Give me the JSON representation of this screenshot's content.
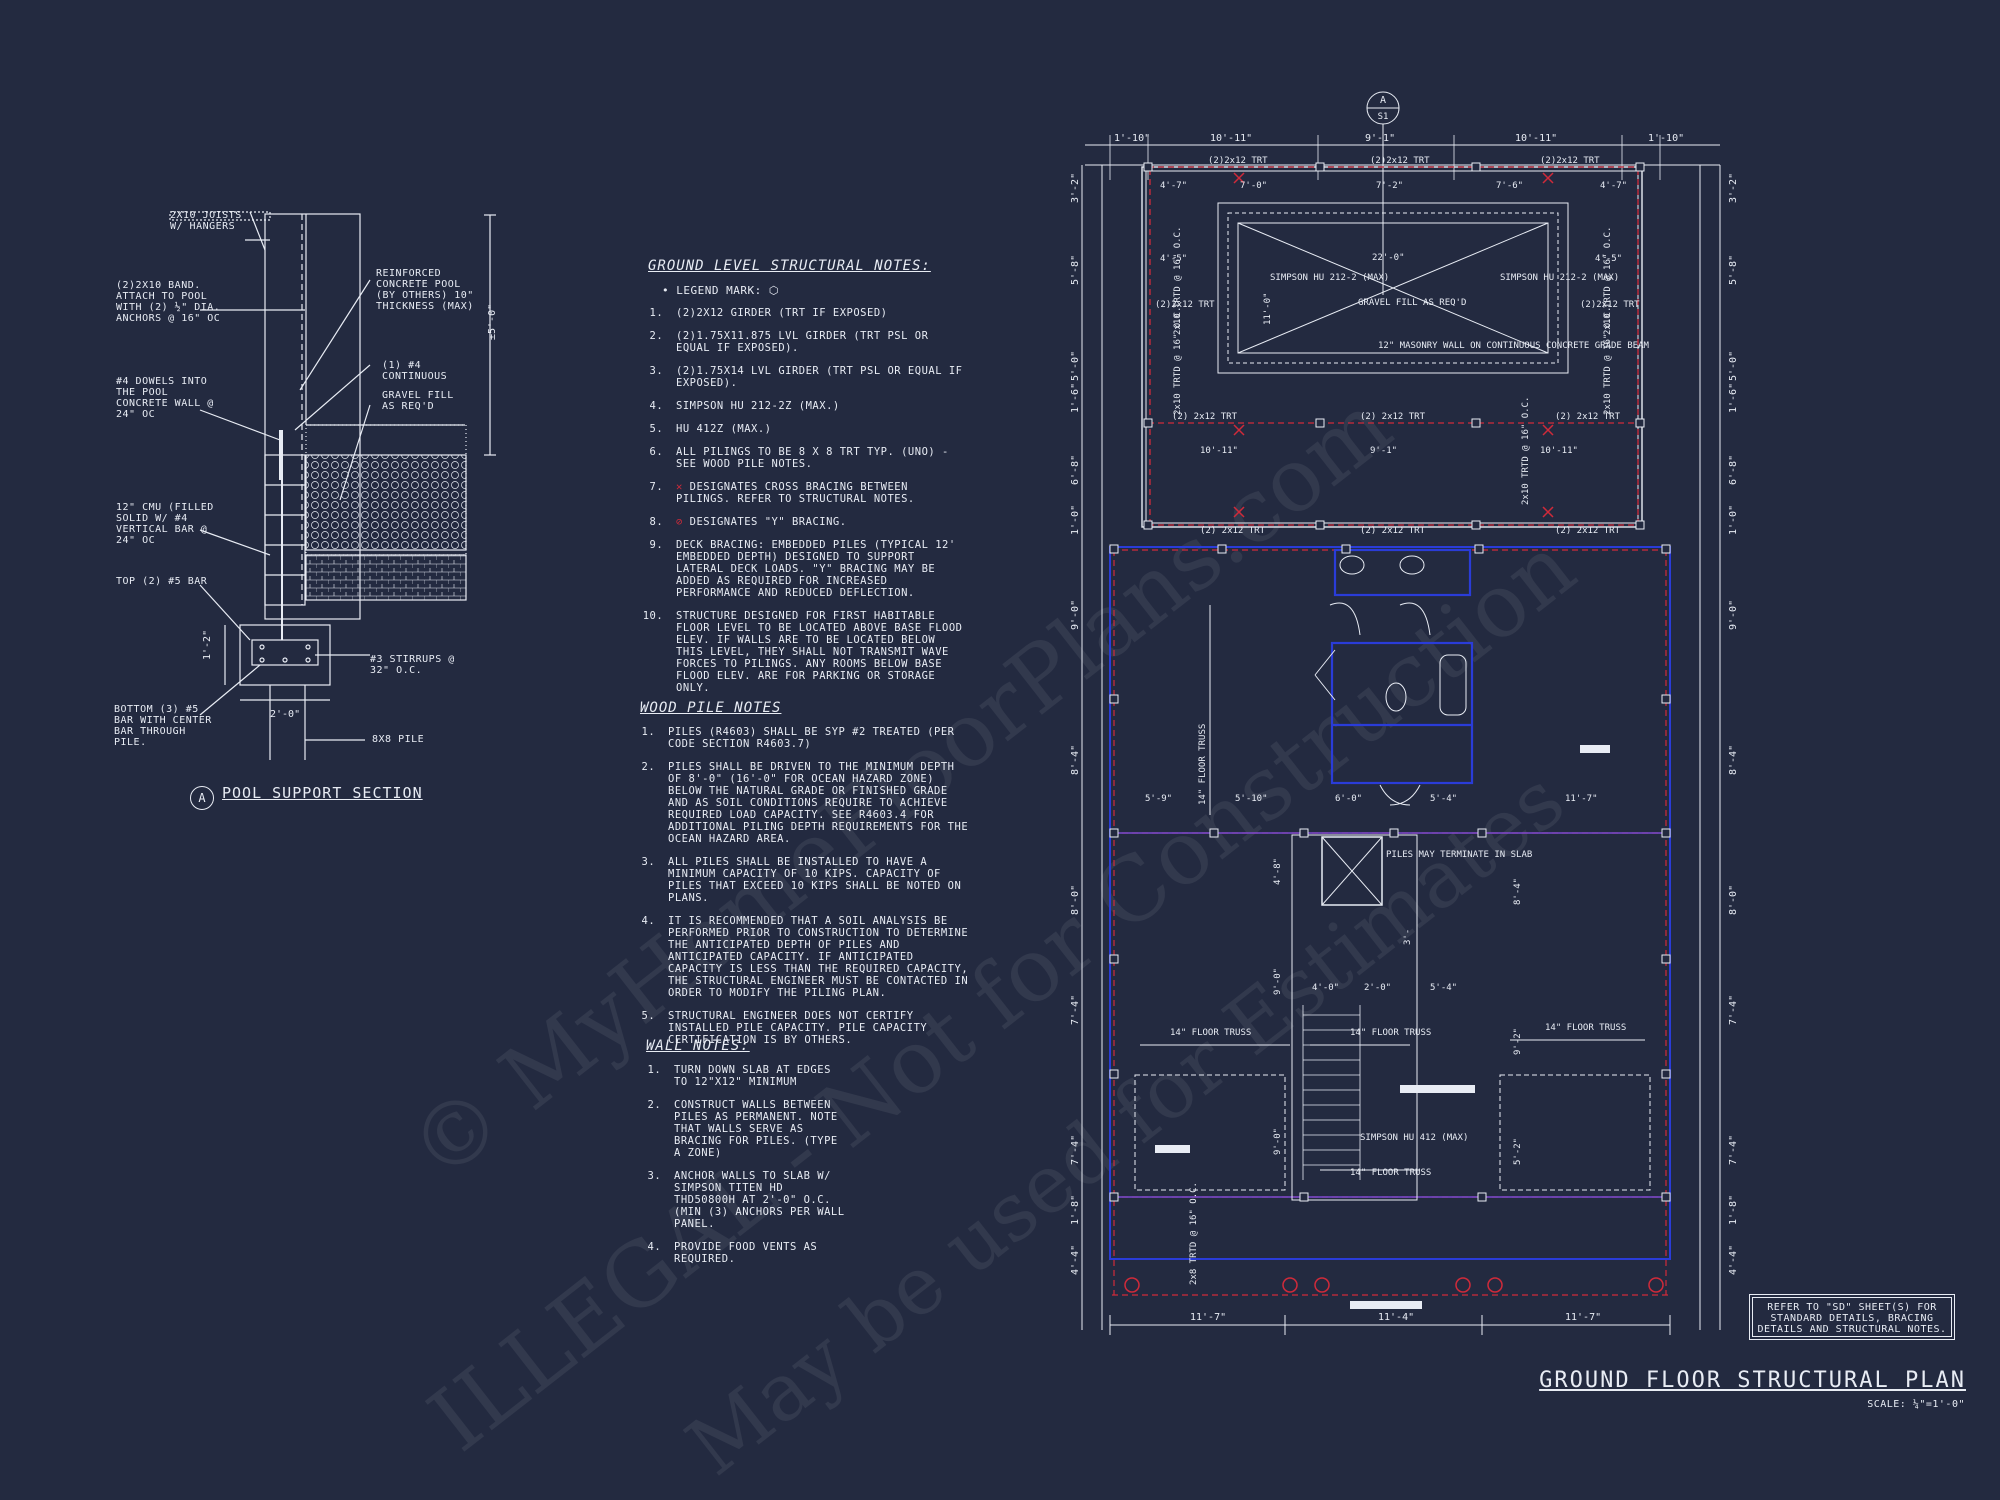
{
  "watermark": {
    "line1": "© MyHomeFloorPlans.com",
    "line2": "ILLEGAL - Not for Construction",
    "line3": "May be used for Estimates"
  },
  "section": {
    "title": "POOL SUPPORT SECTION",
    "marker": "A",
    "labels": {
      "joists": "2X10 JOISTS W/ HANGERS",
      "band": "(2)2X10 BAND. ATTACH TO POOL WITH (2) ½\" DIA. ANCHORS @ 16\" OC",
      "reinforced": "REINFORCED CONCRETE POOL (BY OTHERS) 10\" THICKNESS (MAX)",
      "continuous": "(1) #4 CONTINUOUS",
      "gravel": "GRAVEL FILL AS REQ'D",
      "dowels": "#4 DOWELS INTO THE POOL CONCRETE WALL @ 24\" OC",
      "cmu": "12\" CMU (FILLED SOLID W/ #4 VERTICAL BAR @ 24\" OC",
      "top_bar": "TOP (2) #5 BAR",
      "stirrups": "#3 STIRRUPS @ 32\" O.C.",
      "bottom": "BOTTOM (3) #5 BAR WITH CENTER BAR THROUGH PILE.",
      "pile": "8x8 PILE",
      "dim_width": "2'-0\"",
      "dim_height": "1'-2\"",
      "dim_vert": "±5'-0\""
    }
  },
  "notes": {
    "ground": {
      "title": "GROUND LEVEL STRUCTURAL NOTES:",
      "legend": "LEGEND MARK:",
      "items": [
        "(2)2X12 GIRDER (TRT IF EXPOSED)",
        "(2)1.75X11.875 LVL GIRDER (TRT PSL OR EQUAL IF EXPOSED).",
        "(2)1.75X14 LVL GIRDER (TRT PSL OR EQUAL IF EXPOSED).",
        "SIMPSON HU 212-2Z (MAX.)",
        "HU 412Z (MAX.)",
        "ALL PILINGS TO BE 8 x 8 TRT TYP. (UNO) - SEE WOOD PILE NOTES.",
        "DESIGNATES CROSS BRACING BETWEEN PILINGS. REFER TO STRUCTURAL NOTES.",
        "DESIGNATES \"Y\" BRACING.",
        "DECK BRACING: EMBEDDED PILES (TYPICAL 12' EMBEDDED DEPTH) DESIGNED TO SUPPORT LATERAL DECK LOADS. \"Y\" BRACING MAY BE ADDED AS REQUIRED FOR INCREASED PERFORMANCE AND REDUCED DEFLECTION.",
        "STRUCTURE DESIGNED FOR FIRST HABITABLE FLOOR LEVEL TO BE LOCATED ABOVE BASE FLOOD ELEV. IF WALLS ARE TO BE LOCATED BELOW THIS LEVEL, THEY SHALL NOT TRANSMIT WAVE FORCES TO PILINGS. ANY ROOMS BELOW BASE FLOOD ELEV. ARE FOR PARKING OR STORAGE ONLY."
      ]
    },
    "pile": {
      "title": "WOOD PILE NOTES",
      "items": [
        "PILES (R4603) SHALL BE SYP #2 TREATED (PER CODE SECTION R4603.7)",
        "PILES SHALL BE DRIVEN TO THE MINIMUM DEPTH OF 8'-0\" (16'-0\" FOR OCEAN HAZARD ZONE) BELOW THE NATURAL GRADE OR FINISHED GRADE AND AS SOIL CONDITIONS REQUIRE TO ACHIEVE REQUIRED LOAD CAPACITY. SEE R4603.4 FOR ADDITIONAL PILING DEPTH REQUIREMENTS FOR THE OCEAN HAZARD AREA.",
        "ALL PILES SHALL BE INSTALLED TO HAVE A MINIMUM CAPACITY OF 10 KIPS. CAPACITY OF PILES THAT EXCEED 10 KIPS SHALL BE NOTED ON PLANS.",
        "IT IS RECOMMENDED THAT A SOIL ANALYSIS BE PERFORMED PRIOR TO CONSTRUCTION TO DETERMINE THE ANTICIPATED DEPTH OF PILES AND ANTICIPATED CAPACITY. IF ANTICIPATED CAPACITY IS LESS THAN THE REQUIRED CAPACITY, THE STRUCTURAL ENGINEER MUST BE CONTACTED IN ORDER TO MODIFY THE PILING PLAN.",
        "STRUCTURAL ENGINEER DOES NOT CERTIFY INSTALLED PILE CAPACITY. PILE CAPACITY CERTIFICATION IS BY OTHERS."
      ]
    },
    "wall": {
      "title": "WALL NOTES:",
      "items": [
        "TURN DOWN SLAB AT EDGES TO 12\"x12\" MINIMUM",
        "CONSTRUCT WALLS BETWEEN PILES AS PERMANENT. NOTE THAT WALLS SERVE AS BRACING FOR PILES. (TYPE A ZONE)",
        "ANCHOR WALLS TO SLAB W/ SIMPSON TITEN HD THD50800H AT 2'-0\" O.C. (MIN (3) ANCHORS PER WALL PANEL.",
        "PROVIDE FOOD VENTS AS REQUIRED."
      ]
    }
  },
  "plan": {
    "title": "GROUND FLOOR STRUCTURAL PLAN",
    "scale": "SCALE: ¼\"=1'-0\"",
    "sheet_note": "REFER TO \"SD\" SHEET(S) FOR STANDARD DETAILS, BRACING DETAILS AND STRUCTURAL NOTES.",
    "section_marker": {
      "top": "A",
      "bottom": "S1"
    },
    "top_dims": [
      "1'-10\"",
      "10'-11\"",
      "9'-1\"",
      "10'-11\"",
      "1'-10\""
    ],
    "left_dims": [
      "3'-2\"",
      "5'-8\"",
      "5'-0\"",
      "1'-6\"",
      "6'-8\"",
      "1'-0\"",
      "9'-0\"",
      "8'-4\"",
      "8'-0\"",
      "7'-4\"",
      "7'-4\"",
      "1'-8\"",
      "4'-4\""
    ],
    "right_dims": [
      "3'-2\"",
      "5'-8\"",
      "5'-0\"",
      "1'-6\"",
      "6'-8\"",
      "1'-0\"",
      "9'-0\"",
      "8'-4\"",
      "8'-0\"",
      "7'-4\"",
      "7'-4\"",
      "1'-8\"",
      "4'-4\""
    ],
    "bottom_dims": [
      "11'-7\"",
      "11'-4\"",
      "11'-7\""
    ],
    "pool_labels": {
      "trt_top": "(2)2x12 TRT",
      "trt_mid": "(2) 2x12 TRT",
      "gravel": "GRAVEL FILL AS REQ'D",
      "masonry": "12\" MASONRY WALL ON CONTINUOUS CONCRETE GRADE BEAM",
      "simpson": "SIMPSON HU 212-2 (MAX)",
      "trtd": "2x10 TRTD @ 16\" O.C.",
      "d_4_7": "4'-7\"",
      "d_7_0": "7'-0\"",
      "d_7_2": "7'-2\"",
      "d_7_6": "7'-6\"",
      "d_4_5": "4'-5\"",
      "d_22": "22'-0\"",
      "d_11": "11'-0\"",
      "d_10_11": "10'-11\"",
      "d_9_1": "9'-1\""
    },
    "house_labels": {
      "truss14": "14\" FLOOR TRUSS",
      "truss14_flat": "14\" FLOOR TRUSS",
      "piles_note": "PILES MAY TERMINATE IN SLAB",
      "simpson412": "SIMPSON HU 412 (MAX)",
      "trtd8": "2x8 TRTD @ 16\" O.C.",
      "d_5_9": "5'-9\"",
      "d_5_10": "5'-10\"",
      "d_6_0": "6'-0\"",
      "d_5_4": "5'-4\"",
      "d_11_7": "11'-7\"",
      "d_4_8": "4'-8\"",
      "d_8_4": "8'-4\"",
      "d_9_0": "9'-0\"",
      "d_9_2": "9'-2\"",
      "d_5_2": "5'-2\"",
      "d_4_0": "4'-0\"",
      "d_2_0": "2'-0\"",
      "d_5_4b": "5'-4\"",
      "d_3": "3'-"
    }
  },
  "colors": {
    "background": "#232a40",
    "ink": "#e8ecf4",
    "red_dash": "#d02a3a",
    "blue_wall": "#2a3cd8",
    "purple": "#7a4ad0"
  }
}
